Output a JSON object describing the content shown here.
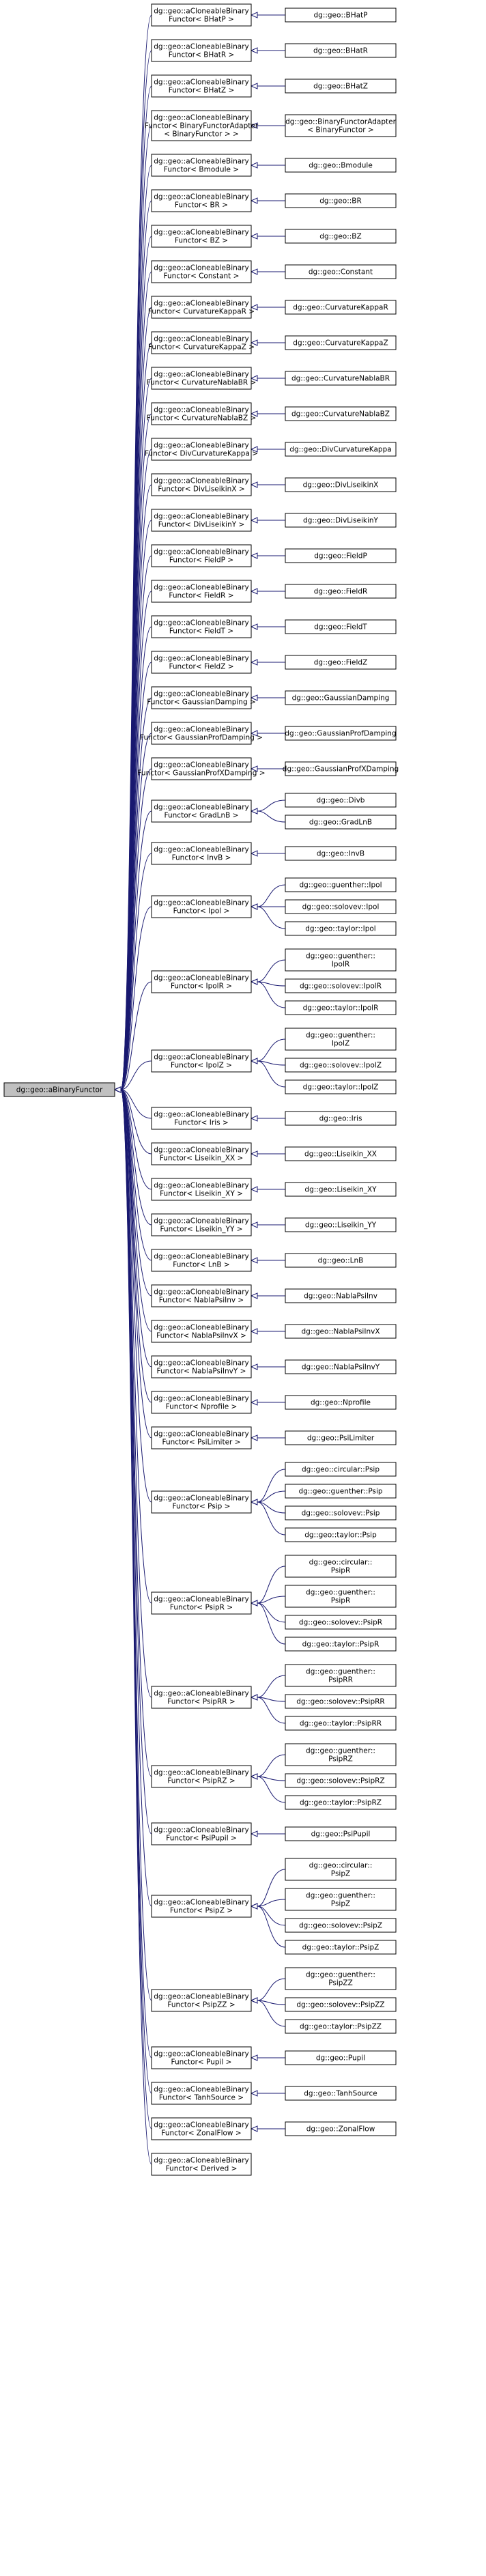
{
  "root": {
    "label": [
      "dg::geo::aBinaryFunctor"
    ]
  },
  "groups": [
    {
      "mid": [
        "dg::geo::aCloneableBinary",
        "Functor< BHatP >"
      ],
      "children": [
        [
          "dg::geo::BHatP"
        ]
      ]
    },
    {
      "mid": [
        "dg::geo::aCloneableBinary",
        "Functor< BHatR >"
      ],
      "children": [
        [
          "dg::geo::BHatR"
        ]
      ]
    },
    {
      "mid": [
        "dg::geo::aCloneableBinary",
        "Functor< BHatZ >"
      ],
      "children": [
        [
          "dg::geo::BHatZ"
        ]
      ]
    },
    {
      "mid": [
        "dg::geo::aCloneableBinary",
        "Functor< BinaryFunctorAdapter",
        "< BinaryFunctor > >"
      ],
      "children": [
        [
          "dg::geo::BinaryFunctorAdapter",
          "< BinaryFunctor >"
        ]
      ]
    },
    {
      "mid": [
        "dg::geo::aCloneableBinary",
        "Functor< Bmodule >"
      ],
      "children": [
        [
          "dg::geo::Bmodule"
        ]
      ]
    },
    {
      "mid": [
        "dg::geo::aCloneableBinary",
        "Functor< BR >"
      ],
      "children": [
        [
          "dg::geo::BR"
        ]
      ]
    },
    {
      "mid": [
        "dg::geo::aCloneableBinary",
        "Functor< BZ >"
      ],
      "children": [
        [
          "dg::geo::BZ"
        ]
      ]
    },
    {
      "mid": [
        "dg::geo::aCloneableBinary",
        "Functor< Constant >"
      ],
      "children": [
        [
          "dg::geo::Constant"
        ]
      ]
    },
    {
      "mid": [
        "dg::geo::aCloneableBinary",
        "Functor< CurvatureKappaR >"
      ],
      "children": [
        [
          "dg::geo::CurvatureKappaR"
        ]
      ]
    },
    {
      "mid": [
        "dg::geo::aCloneableBinary",
        "Functor< CurvatureKappaZ >"
      ],
      "children": [
        [
          "dg::geo::CurvatureKappaZ"
        ]
      ]
    },
    {
      "mid": [
        "dg::geo::aCloneableBinary",
        "Functor< CurvatureNablaBR >"
      ],
      "children": [
        [
          "dg::geo::CurvatureNablaBR"
        ]
      ]
    },
    {
      "mid": [
        "dg::geo::aCloneableBinary",
        "Functor< CurvatureNablaBZ >"
      ],
      "children": [
        [
          "dg::geo::CurvatureNablaBZ"
        ]
      ]
    },
    {
      "mid": [
        "dg::geo::aCloneableBinary",
        "Functor< DivCurvatureKappa >"
      ],
      "children": [
        [
          "dg::geo::DivCurvatureKappa"
        ]
      ]
    },
    {
      "mid": [
        "dg::geo::aCloneableBinary",
        "Functor< DivLiseikinX >"
      ],
      "children": [
        [
          "dg::geo::DivLiseikinX"
        ]
      ]
    },
    {
      "mid": [
        "dg::geo::aCloneableBinary",
        "Functor< DivLiseikinY >"
      ],
      "children": [
        [
          "dg::geo::DivLiseikinY"
        ]
      ]
    },
    {
      "mid": [
        "dg::geo::aCloneableBinary",
        "Functor< FieldP >"
      ],
      "children": [
        [
          "dg::geo::FieldP"
        ]
      ]
    },
    {
      "mid": [
        "dg::geo::aCloneableBinary",
        "Functor< FieldR >"
      ],
      "children": [
        [
          "dg::geo::FieldR"
        ]
      ]
    },
    {
      "mid": [
        "dg::geo::aCloneableBinary",
        "Functor< FieldT >"
      ],
      "children": [
        [
          "dg::geo::FieldT"
        ]
      ]
    },
    {
      "mid": [
        "dg::geo::aCloneableBinary",
        "Functor< FieldZ >"
      ],
      "children": [
        [
          "dg::geo::FieldZ"
        ]
      ]
    },
    {
      "mid": [
        "dg::geo::aCloneableBinary",
        "Functor< GaussianDamping >"
      ],
      "children": [
        [
          "dg::geo::GaussianDamping"
        ]
      ]
    },
    {
      "mid": [
        "dg::geo::aCloneableBinary",
        "Functor< GaussianProfDamping >"
      ],
      "children": [
        [
          "dg::geo::GaussianProfDamping"
        ]
      ]
    },
    {
      "mid": [
        "dg::geo::aCloneableBinary",
        "Functor< GaussianProfXDamping >"
      ],
      "children": [
        [
          "dg::geo::GaussianProfXDamping"
        ]
      ]
    },
    {
      "mid": [
        "dg::geo::aCloneableBinary",
        "Functor< GradLnB >"
      ],
      "children": [
        [
          "dg::geo::Divb"
        ],
        [
          "dg::geo::GradLnB"
        ]
      ]
    },
    {
      "mid": [
        "dg::geo::aCloneableBinary",
        "Functor< InvB >"
      ],
      "children": [
        [
          "dg::geo::InvB"
        ]
      ]
    },
    {
      "mid": [
        "dg::geo::aCloneableBinary",
        "Functor< Ipol >"
      ],
      "children": [
        [
          "dg::geo::guenther::Ipol"
        ],
        [
          "dg::geo::solovev::Ipol"
        ],
        [
          "dg::geo::taylor::Ipol"
        ]
      ]
    },
    {
      "mid": [
        "dg::geo::aCloneableBinary",
        "Functor< IpolR >"
      ],
      "children": [
        [
          "dg::geo::guenther::",
          "IpolR"
        ],
        [
          "dg::geo::solovev::IpolR"
        ],
        [
          "dg::geo::taylor::IpolR"
        ]
      ]
    },
    {
      "mid": [
        "dg::geo::aCloneableBinary",
        "Functor< IpolZ >"
      ],
      "children": [
        [
          "dg::geo::guenther::",
          "IpolZ"
        ],
        [
          "dg::geo::solovev::IpolZ"
        ],
        [
          "dg::geo::taylor::IpolZ"
        ]
      ]
    },
    {
      "mid": [
        "dg::geo::aCloneableBinary",
        "Functor< Iris >"
      ],
      "children": [
        [
          "dg::geo::Iris"
        ]
      ]
    },
    {
      "mid": [
        "dg::geo::aCloneableBinary",
        "Functor< Liseikin_XX >"
      ],
      "children": [
        [
          "dg::geo::Liseikin_XX"
        ]
      ]
    },
    {
      "mid": [
        "dg::geo::aCloneableBinary",
        "Functor< Liseikin_XY >"
      ],
      "children": [
        [
          "dg::geo::Liseikin_XY"
        ]
      ]
    },
    {
      "mid": [
        "dg::geo::aCloneableBinary",
        "Functor< Liseikin_YY >"
      ],
      "children": [
        [
          "dg::geo::Liseikin_YY"
        ]
      ]
    },
    {
      "mid": [
        "dg::geo::aCloneableBinary",
        "Functor< LnB >"
      ],
      "children": [
        [
          "dg::geo::LnB"
        ]
      ]
    },
    {
      "mid": [
        "dg::geo::aCloneableBinary",
        "Functor< NablaPsiInv >"
      ],
      "children": [
        [
          "dg::geo::NablaPsiInv"
        ]
      ]
    },
    {
      "mid": [
        "dg::geo::aCloneableBinary",
        "Functor< NablaPsiInvX >"
      ],
      "children": [
        [
          "dg::geo::NablaPsiInvX"
        ]
      ]
    },
    {
      "mid": [
        "dg::geo::aCloneableBinary",
        "Functor< NablaPsiInvY >"
      ],
      "children": [
        [
          "dg::geo::NablaPsiInvY"
        ]
      ]
    },
    {
      "mid": [
        "dg::geo::aCloneableBinary",
        "Functor< Nprofile >"
      ],
      "children": [
        [
          "dg::geo::Nprofile"
        ]
      ]
    },
    {
      "mid": [
        "dg::geo::aCloneableBinary",
        "Functor< PsiLimiter >"
      ],
      "children": [
        [
          "dg::geo::PsiLimiter"
        ]
      ]
    },
    {
      "mid": [
        "dg::geo::aCloneableBinary",
        "Functor< Psip >"
      ],
      "children": [
        [
          "dg::geo::circular::Psip"
        ],
        [
          "dg::geo::guenther::Psip"
        ],
        [
          "dg::geo::solovev::Psip"
        ],
        [
          "dg::geo::taylor::Psip"
        ]
      ]
    },
    {
      "mid": [
        "dg::geo::aCloneableBinary",
        "Functor< PsipR >"
      ],
      "children": [
        [
          "dg::geo::circular::",
          "PsipR"
        ],
        [
          "dg::geo::guenther::",
          "PsipR"
        ],
        [
          "dg::geo::solovev::PsipR"
        ],
        [
          "dg::geo::taylor::PsipR"
        ]
      ]
    },
    {
      "mid": [
        "dg::geo::aCloneableBinary",
        "Functor< PsipRR >"
      ],
      "children": [
        [
          "dg::geo::guenther::",
          "PsipRR"
        ],
        [
          "dg::geo::solovev::PsipRR"
        ],
        [
          "dg::geo::taylor::PsipRR"
        ]
      ]
    },
    {
      "mid": [
        "dg::geo::aCloneableBinary",
        "Functor< PsipRZ >"
      ],
      "children": [
        [
          "dg::geo::guenther::",
          "PsipRZ"
        ],
        [
          "dg::geo::solovev::PsipRZ"
        ],
        [
          "dg::geo::taylor::PsipRZ"
        ]
      ]
    },
    {
      "mid": [
        "dg::geo::aCloneableBinary",
        "Functor< PsiPupil >"
      ],
      "children": [
        [
          "dg::geo::PsiPupil"
        ]
      ]
    },
    {
      "mid": [
        "dg::geo::aCloneableBinary",
        "Functor< PsipZ >"
      ],
      "children": [
        [
          "dg::geo::circular::",
          "PsipZ"
        ],
        [
          "dg::geo::guenther::",
          "PsipZ"
        ],
        [
          "dg::geo::solovev::PsipZ"
        ],
        [
          "dg::geo::taylor::PsipZ"
        ]
      ]
    },
    {
      "mid": [
        "dg::geo::aCloneableBinary",
        "Functor< PsipZZ >"
      ],
      "children": [
        [
          "dg::geo::guenther::",
          "PsipZZ"
        ],
        [
          "dg::geo::solovev::PsipZZ"
        ],
        [
          "dg::geo::taylor::PsipZZ"
        ]
      ]
    },
    {
      "mid": [
        "dg::geo::aCloneableBinary",
        "Functor< Pupil >"
      ],
      "children": [
        [
          "dg::geo::Pupil"
        ]
      ]
    },
    {
      "mid": [
        "dg::geo::aCloneableBinary",
        "Functor< TanhSource >"
      ],
      "children": [
        [
          "dg::geo::TanhSource"
        ]
      ]
    },
    {
      "mid": [
        "dg::geo::aCloneableBinary",
        "Functor< ZonalFlow >"
      ],
      "children": [
        [
          "dg::geo::ZonalFlow"
        ]
      ]
    },
    {
      "mid": [
        "dg::geo::aCloneableBinary",
        "Functor< Derived >"
      ],
      "children": []
    }
  ]
}
